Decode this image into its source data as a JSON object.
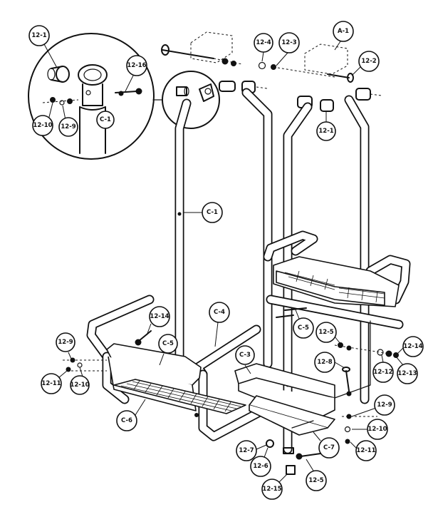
{
  "labels": {
    "p12_1_top": "12-1",
    "p12_16": "12-16",
    "p12_10_det": "12-10",
    "p12_9_det": "12-9",
    "c1_det": "C-1",
    "p12_4_top": "12-4",
    "p12_3_top": "12-3",
    "a1": "A-1",
    "p12_2": "12-2",
    "p12_1_right": "12-1",
    "c1_main": "C-1",
    "c4": "C-4",
    "p12_14_left": "12-14",
    "c5_left": "C-5",
    "c5_right": "C-5",
    "p12_9_left": "12-9",
    "p12_11_left": "12-11",
    "p12_10_left": "12-10",
    "c6": "C-6",
    "c3": "C-3",
    "p12_5_right": "12-5",
    "p12_8": "12-8",
    "p12_14_right": "12-14",
    "p12_12": "12-12",
    "p12_13": "12-13",
    "p12_9_right": "12-9",
    "p12_10_right": "12-10",
    "p12_11_right": "12-11",
    "c7": "C-7",
    "p12_7": "12-7",
    "p12_6": "12-6",
    "p12_5_bottom": "12-5",
    "p12_15": "12-15"
  }
}
